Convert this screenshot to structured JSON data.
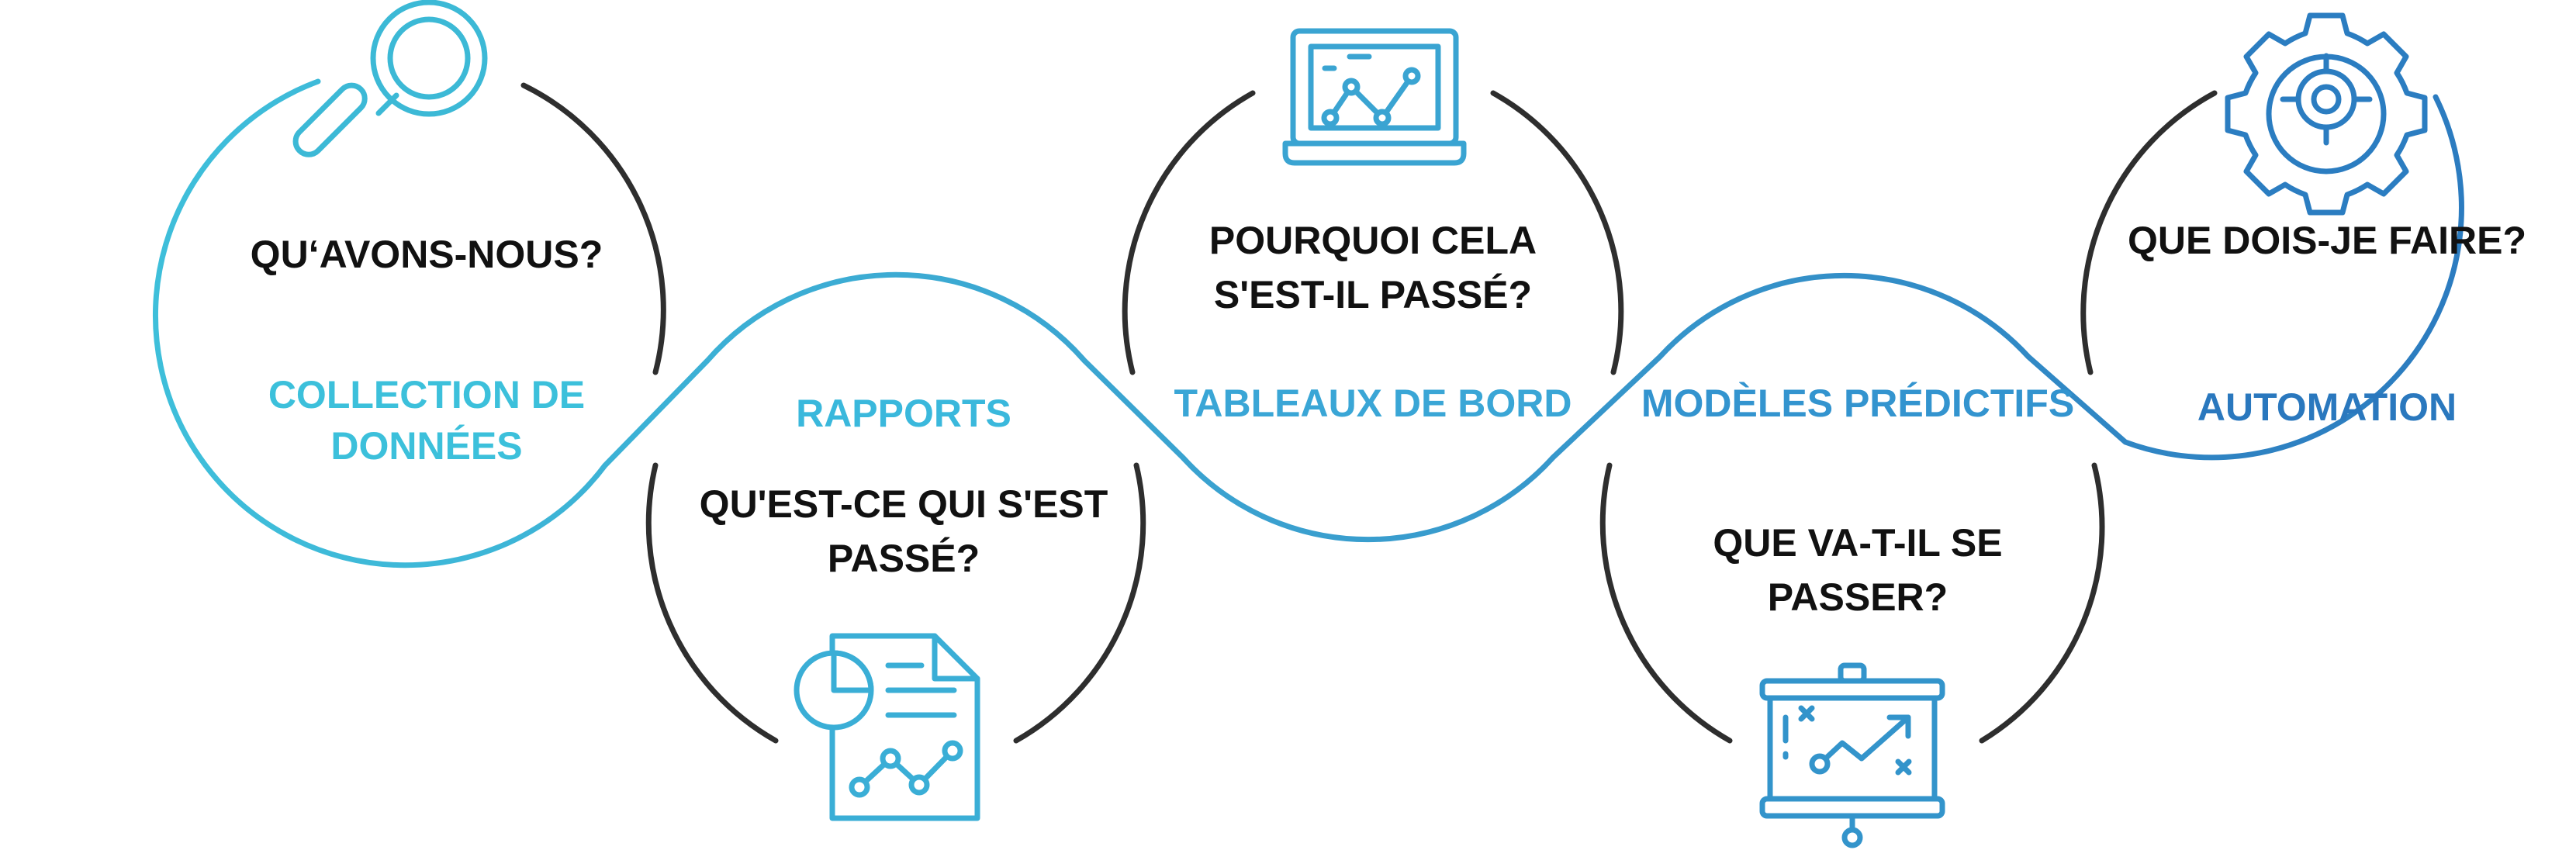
{
  "colors": {
    "dark": "#2e2e2e",
    "teal": "#3cb9d6",
    "mid": "#3aa0cf",
    "blue": "#2f86c5",
    "deep": "#2a78be"
  },
  "stages": [
    {
      "question": "QU‘AVONS-NOUS?",
      "label": "COLLECTION DE DONNÉES",
      "icon": "magnifier-icon"
    },
    {
      "question": "QU'EST-CE QUI S'EST PASSÉ?",
      "label": "RAPPORTS",
      "icon": "report-document-icon"
    },
    {
      "question": "POURQUOI CELA S'EST-IL PASSÉ?",
      "label": "TABLEAUX DE BORD",
      "icon": "laptop-chart-icon"
    },
    {
      "question": "QUE VA-T-IL SE PASSER?",
      "label": "MODÈLES PRÉDICTIFS",
      "icon": "presentation-board-icon"
    },
    {
      "question": "QUE DOIS-JE FAIRE?",
      "label": "AUTOMATION",
      "icon": "gear-target-icon"
    }
  ]
}
